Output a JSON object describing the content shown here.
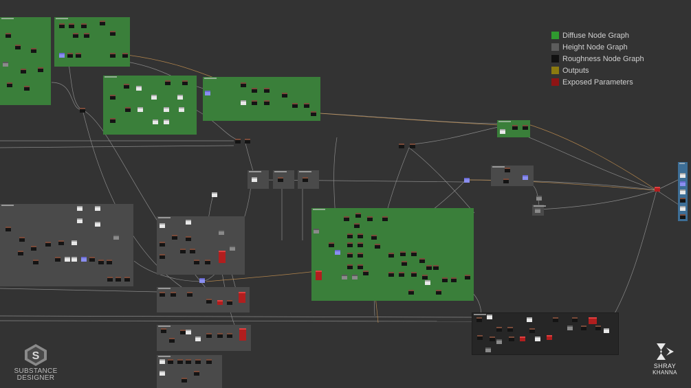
{
  "legend": {
    "items": [
      {
        "label": "Diffuse Node Graph",
        "color": "#2f9a2f"
      },
      {
        "label": "Height Node Graph",
        "color": "#5c5c5c"
      },
      {
        "label": "Roughness Node Graph",
        "color": "#111111"
      },
      {
        "label": "Outputs",
        "color": "#8b7a10"
      },
      {
        "label": "Exposed Parameters",
        "color": "#8e1414"
      }
    ]
  },
  "branding": {
    "substance_line1": "SUBSTANCE",
    "substance_line2": "DESIGNER",
    "author_line1": "SHRAY",
    "author_line2": "KHANNA",
    "substance_icon": "substance-designer-logo-icon",
    "author_icon": "shray-khanna-logo-icon"
  },
  "colors": {
    "background": "#333333",
    "diffuse_frame": "#3a7f3a",
    "height_frame": "#4a4a4a",
    "roughness_frame": "#262626",
    "output_frame": "#3d6e96",
    "wire": "#9a9a9a",
    "wire_accent": "#d39a52"
  }
}
